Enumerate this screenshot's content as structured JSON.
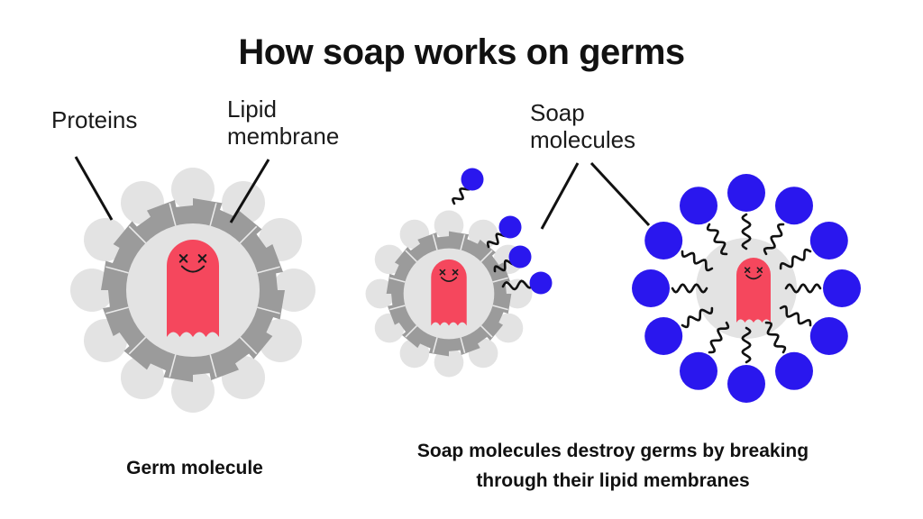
{
  "title": "How soap works on germs",
  "labels": {
    "proteins": "Proteins",
    "lipid_membrane": [
      "Lipid",
      "membrane"
    ],
    "soap_molecules": [
      "Soap",
      "molecules"
    ]
  },
  "captions": {
    "germ": "Germ molecule",
    "soap": [
      "Soap molecules destroy germs by breaking",
      "through their lipid membranes"
    ]
  },
  "colors": {
    "protein": "#e3e3e3",
    "membrane": "#9b9b9b",
    "germ": "#f5475d",
    "soap": "#2a17ee",
    "line": "#111111"
  }
}
